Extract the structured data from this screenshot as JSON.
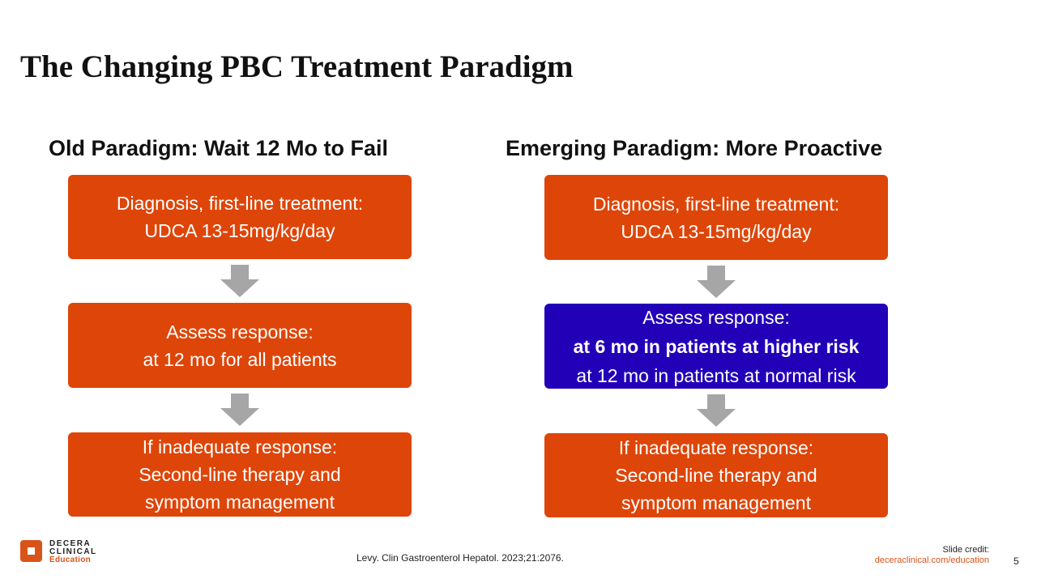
{
  "title": "The Changing PBC Treatment Paradigm",
  "left": {
    "heading": "Old Paradigm: Wait 12 Mo to Fail",
    "boxes": [
      [
        "Diagnosis, first-line treatment:",
        "UDCA 13-15mg/kg/day"
      ],
      [
        "Assess response:",
        "at 12 mo for all patients"
      ],
      [
        "If inadequate response:",
        "Second-line therapy and",
        "symptom management"
      ]
    ]
  },
  "right": {
    "heading": "Emerging Paradigm: More Proactive",
    "boxes": [
      [
        "Diagnosis, first-line treatment:",
        "UDCA 13-15mg/kg/day"
      ],
      [
        "Assess response:",
        "at 6 mo in patients at higher risk",
        "at 12 mo in patients at normal risk"
      ],
      [
        "If inadequate response:",
        "Second-line therapy and",
        "symptom management"
      ]
    ]
  },
  "footer": {
    "logo": [
      "DECERA",
      "CLINICAL",
      "Education"
    ],
    "citation": "Levy. Clin Gastroenterol Hepatol. 2023;21:2076.",
    "credit_label": "Slide credit:",
    "credit_url": "deceraclinical.com/education",
    "page": "5"
  },
  "colors": {
    "orange": "#de4508",
    "blue": "#2200b8",
    "arrow": "#a6a6a6"
  }
}
